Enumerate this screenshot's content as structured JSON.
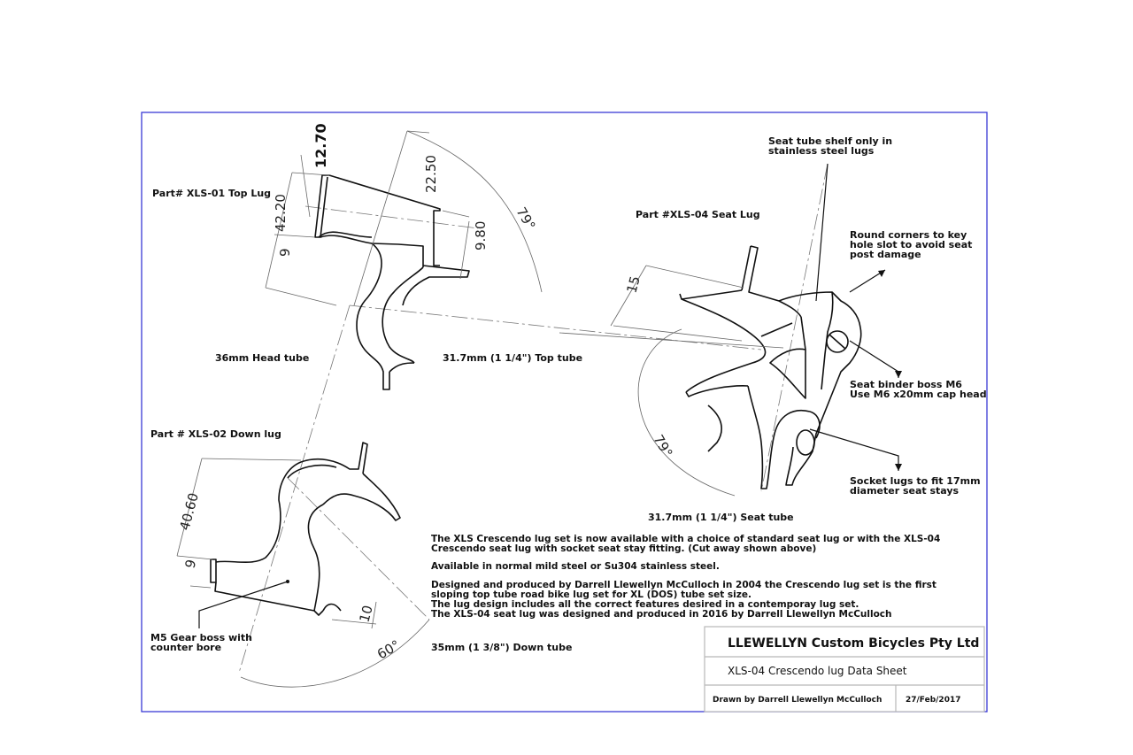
{
  "labels": {
    "top_lug": "Part# XLS-01 Top Lug",
    "seat_lug": "Part #XLS-04 Seat Lug",
    "down_lug": "Part # XLS-02 Down lug",
    "head_tube": "36mm Head tube",
    "top_tube": "31.7mm (1 1/4\") Top tube",
    "seat_tube": "31.7mm (1 1/4\") Seat tube",
    "down_tube": "35mm (1 3/8\") Down tube"
  },
  "dimensions": {
    "d1": "12.70",
    "d2": "42.20",
    "d3": "9",
    "d4": "22.50",
    "d5": "9.80",
    "d6": "79°",
    "d7": "15",
    "d8": "79°",
    "d9": "40.60",
    "d10": "9",
    "d11": "10",
    "d12": "60°"
  },
  "callouts": {
    "shelf": [
      "Seat tube shelf only in",
      "stainless steel lugs"
    ],
    "corners": [
      "Round corners to key",
      "hole slot to avoid seat",
      "post damage"
    ],
    "binder": [
      "Seat binder boss M6",
      "Use M6 x20mm cap head"
    ],
    "socket": [
      "Socket lugs to fit 17mm",
      "diameter seat stays"
    ],
    "gear_boss": [
      "M5 Gear boss with",
      "counter bore"
    ]
  },
  "notes": [
    "The XLS Crescendo lug set is now available with a choice of standard seat lug or with the XLS-04",
    "Crescendo seat lug with socket seat stay fitting. (Cut away shown above)",
    "",
    "Available in normal mild steel or Su304 stainless steel.",
    "",
    "Designed and produced by Darrell Llewellyn McCulloch in 2004  the Crescendo lug set is the first",
    "sloping top tube road bike lug set for XL (DOS) tube set size.",
    "The lug design includes all the correct features desired in a contemporay lug set.",
    "The XLS-04 seat lug was designed and produced in 2016 by Darrell Llewellyn McCulloch"
  ],
  "title_block": {
    "company": "LLEWELLYN Custom Bicycles Pty Ltd",
    "sheet": "XLS-04 Crescendo lug Data Sheet",
    "drawn_by": "Drawn by Darrell Llewellyn McCulloch",
    "date": "27/Feb/2017"
  },
  "colors": {
    "border": "#3a3ad6",
    "ink": "#111111"
  }
}
